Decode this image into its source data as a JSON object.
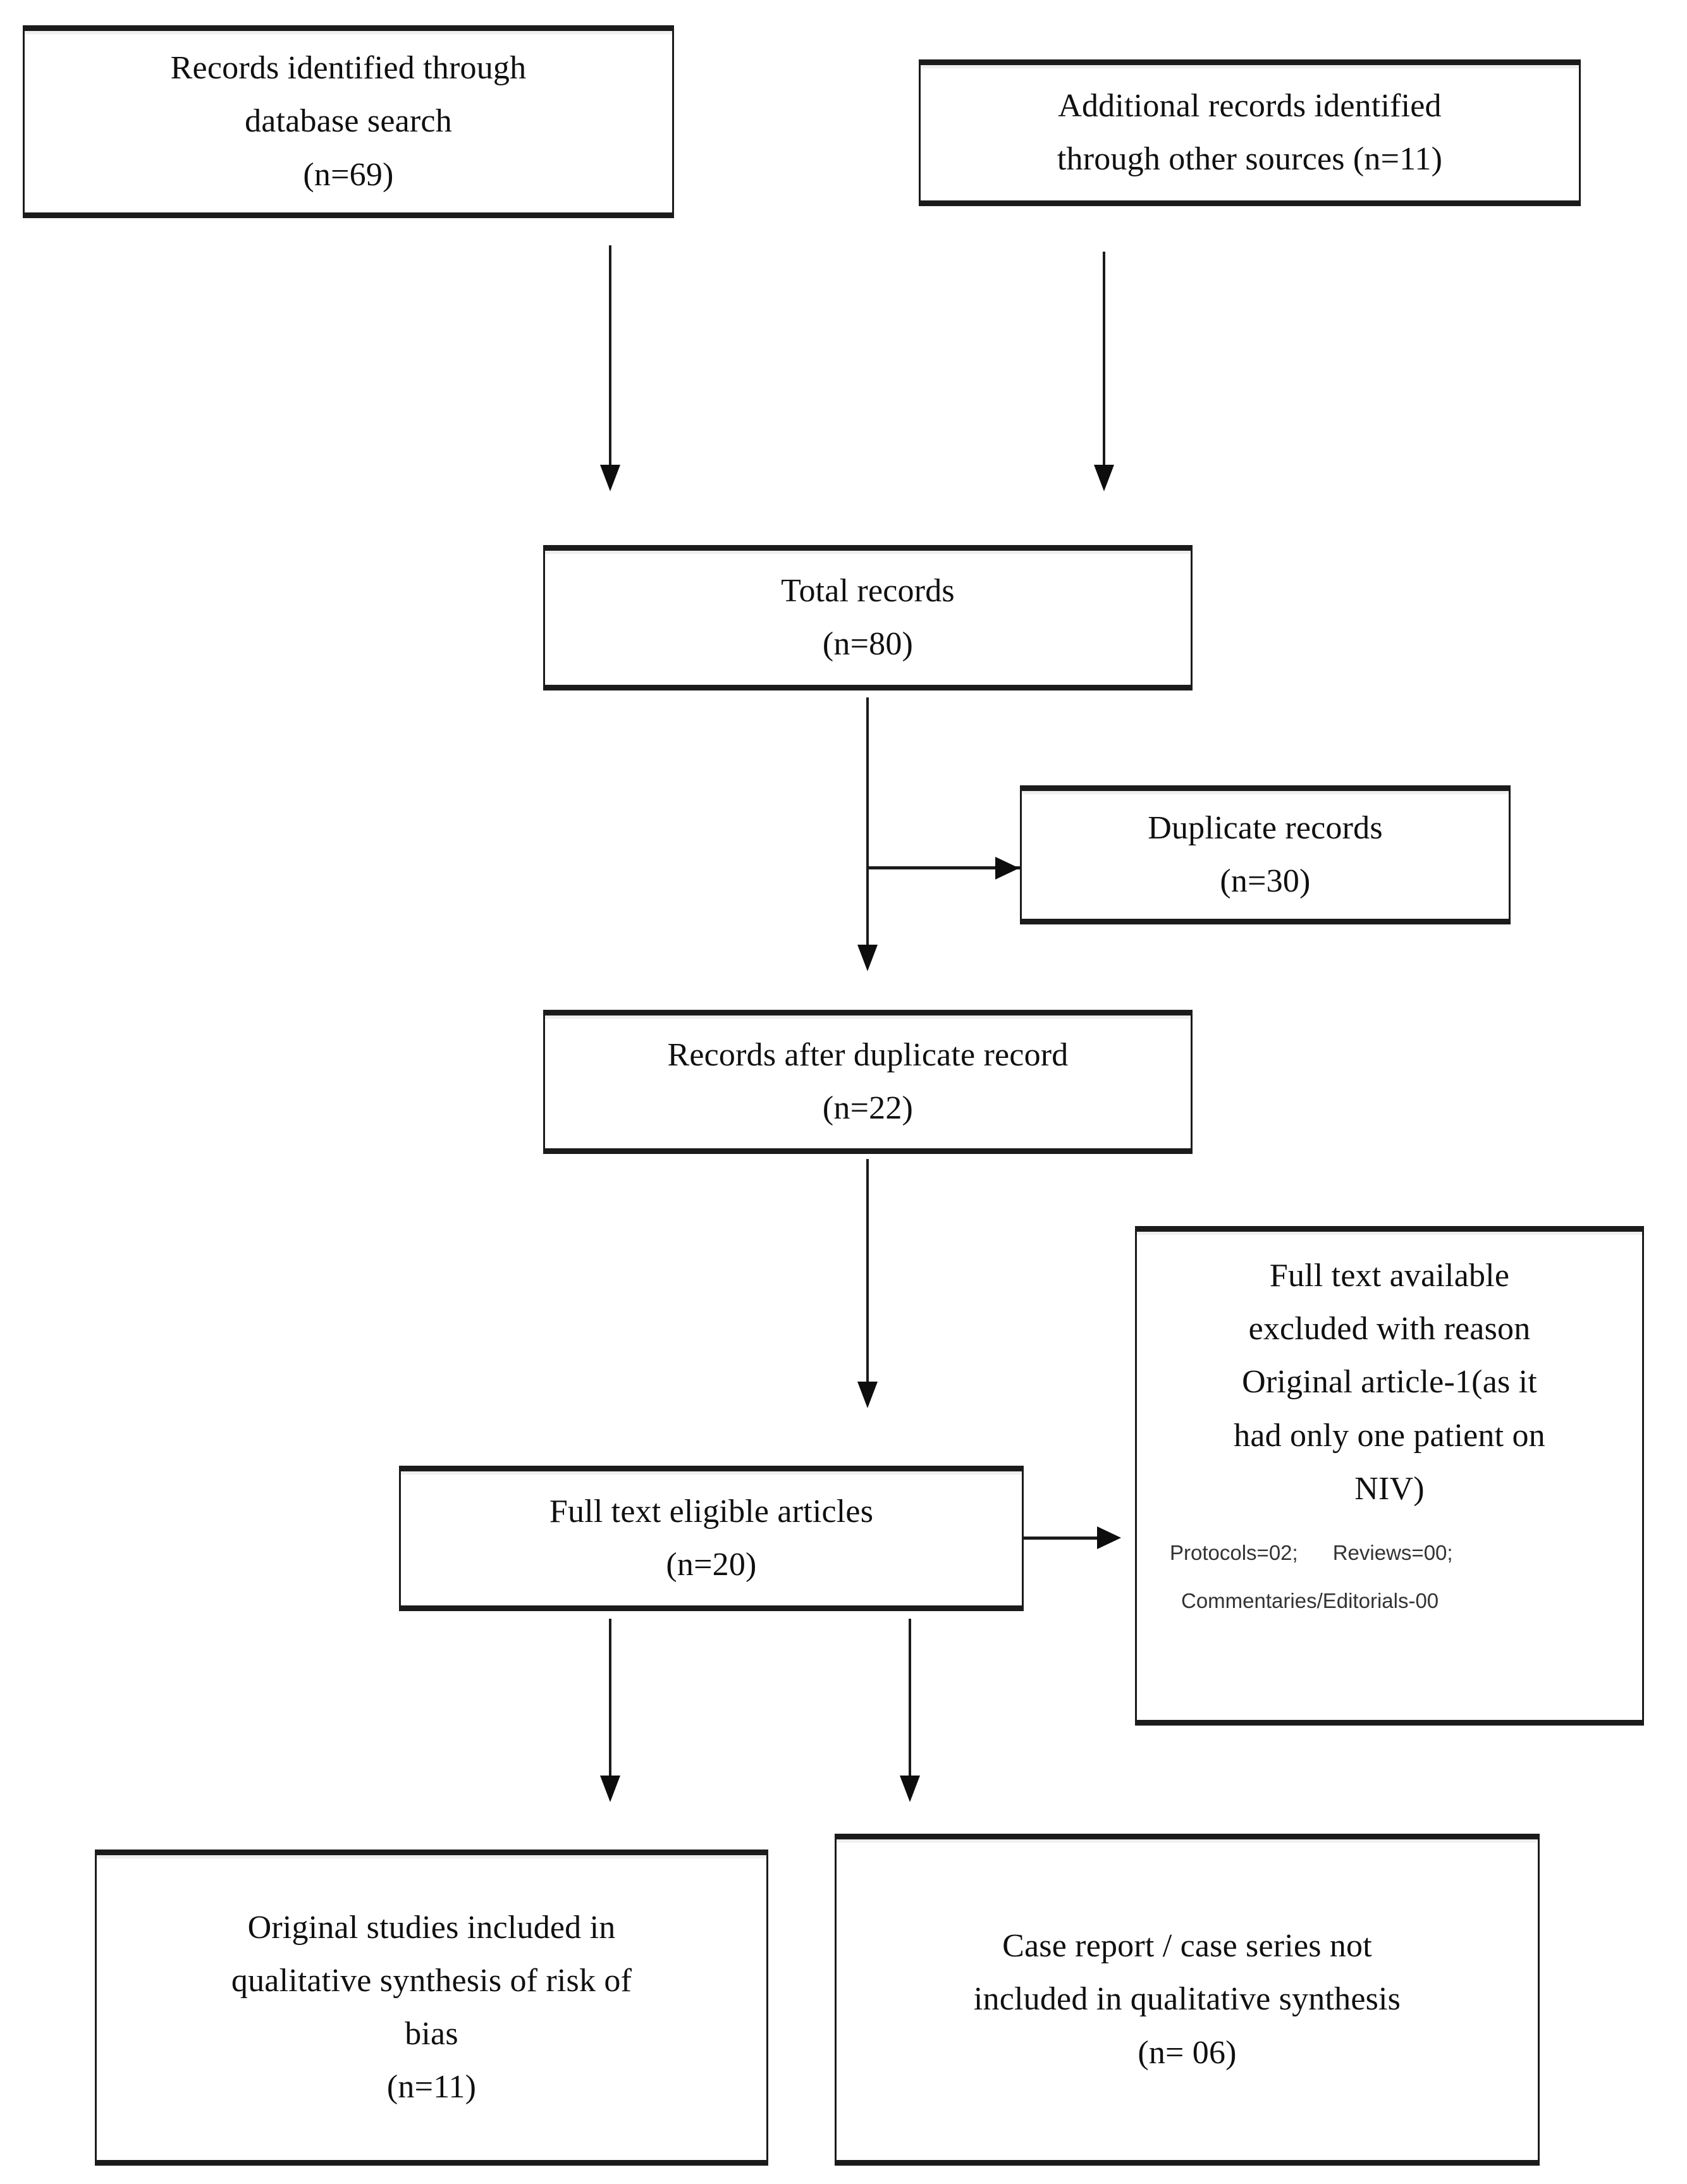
{
  "diagram": {
    "type": "prisma-flow-diagram",
    "nodes": {
      "records_database": {
        "line1": "Records identified through",
        "line2": "database search",
        "line3": "(n=69)"
      },
      "records_other": {
        "line1": "Additional records identified",
        "line2": "through other sources (n=11)"
      },
      "total_records": {
        "line1": "Total records",
        "line2": "(n=80)"
      },
      "duplicate_records": {
        "line1": "Duplicate records",
        "line2": "(n=30)"
      },
      "records_after_duplicates": {
        "line1": "Records after duplicate record",
        "line2": "(n=22)"
      },
      "full_text_eligible": {
        "line1": "Full text eligible articles",
        "line2": "(n=20)"
      },
      "full_text_excluded": {
        "line1": "Full text available",
        "line2": "excluded with reason",
        "line3": "Original article-1(as it",
        "line4": "had only one patient on",
        "line5": "NIV)",
        "note1": "Protocols=02;      Reviews=00;",
        "note2": "Commentaries/Editorials-00"
      },
      "original_studies_included": {
        "line1": "Original studies included in",
        "line2": "qualitative synthesis of risk of",
        "line3": "bias",
        "line4": "(n=11)"
      },
      "case_reports_excluded": {
        "line1": "Case report / case series not",
        "line2": "included in qualitative synthesis",
        "line3": "(n= 06)"
      }
    },
    "colors": {
      "box_border": "#1b1b1b",
      "connector": "#1b1b1b",
      "text": "#101010",
      "small_text": "#333333",
      "background": "#ffffff"
    }
  }
}
